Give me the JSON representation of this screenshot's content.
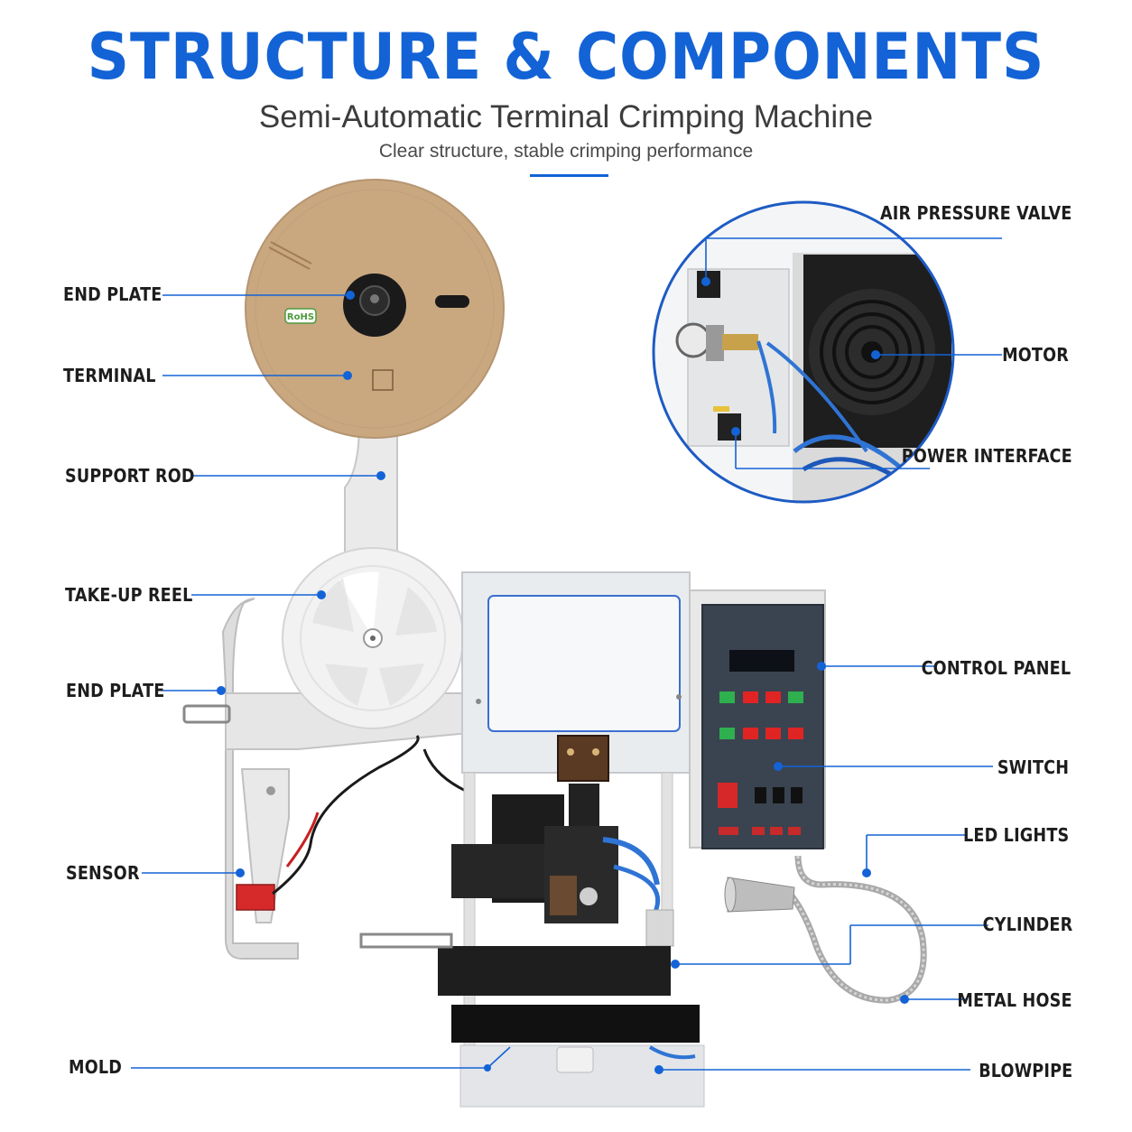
{
  "header": {
    "title": "STRUCTURE & COMPONENTS",
    "subtitle": "Semi-Automatic Terminal Crimping Machine",
    "tagline": "Clear structure, stable crimping performance"
  },
  "colors": {
    "accent": "#1363d6",
    "reel_brown": "#c9a880",
    "panel_dark": "#3a4350"
  },
  "labels": {
    "end_plate_top": "END PLATE",
    "terminal": "TERMINAL",
    "support_rod": "SUPPORT ROD",
    "take_up_reel": "TAKE-UP REEL",
    "end_plate_bottom": "END PLATE",
    "sensor": "SENSOR",
    "mold": "MOLD",
    "air_pressure_valve": "AIR PRESSURE VALVE",
    "motor": "MOTOR",
    "power_interface": "POWER INTERFACE",
    "control_panel": "CONTROL PANEL",
    "switch": "SWITCH",
    "led_lights": "LED LIGHTS",
    "cylinder": "CYLINDER",
    "metal_hose": "METAL HOSE",
    "blowpipe": "BLOWPIPE"
  },
  "reel_brand": "RoHS"
}
